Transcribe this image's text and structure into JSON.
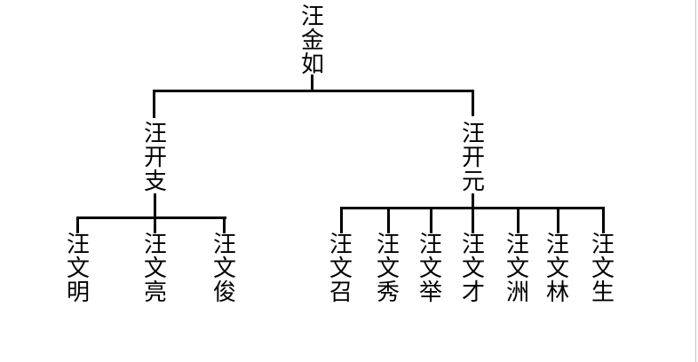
{
  "diagram": {
    "type": "family-tree",
    "orientation": "top-down",
    "text_direction": "vertical",
    "root": "汪金如",
    "branches": [
      {
        "name": "汪开支",
        "children": [
          "汪文明",
          "汪文亮",
          "汪文俊"
        ]
      },
      {
        "name": "汪开元",
        "children": [
          "汪文召",
          "汪文秀",
          "汪文举",
          "汪文才",
          "汪文洲",
          "汪文林",
          "汪文生"
        ]
      }
    ],
    "colors": {
      "line": "#000000",
      "text": "#000000",
      "background": "#ffffff",
      "edge_border": "#c4c4c4"
    }
  }
}
